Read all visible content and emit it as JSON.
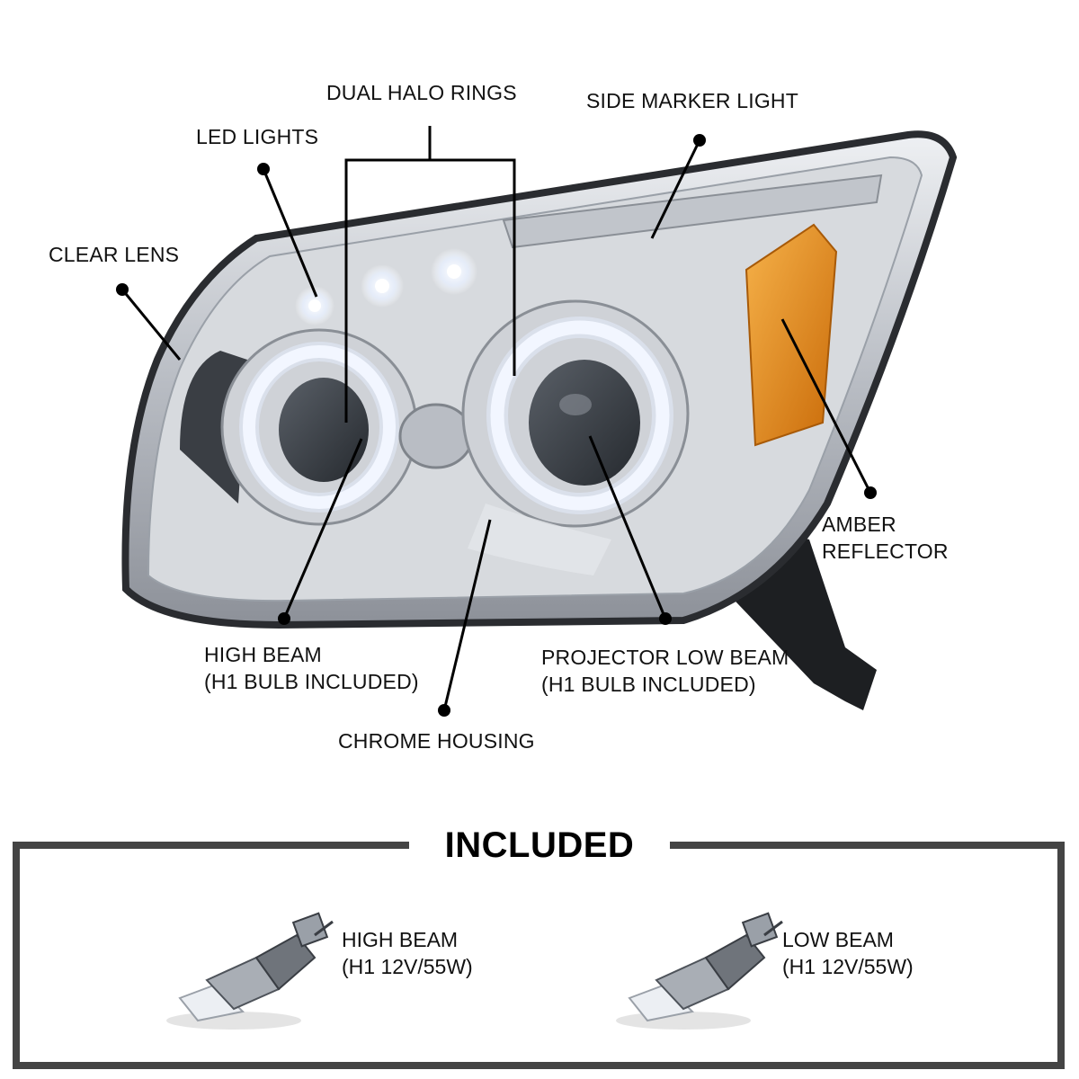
{
  "callouts": {
    "dual_halo_rings": "DUAL HALO RINGS",
    "side_marker_light": "SIDE MARKER LIGHT",
    "led_lights": "LED LIGHTS",
    "clear_lens": "CLEAR LENS",
    "amber_reflector": [
      "AMBER",
      "REFLECTOR"
    ],
    "high_beam": [
      "HIGH BEAM",
      "(H1 BULB INCLUDED)"
    ],
    "projector_low_beam": [
      "PROJECTOR LOW BEAM",
      "(H1 BULB INCLUDED)"
    ],
    "chrome_housing": "CHROME HOUSING"
  },
  "included": {
    "title": "INCLUDED",
    "items": [
      {
        "name": "HIGH BEAM",
        "spec": "(H1 12V/55W)"
      },
      {
        "name": "LOW BEAM",
        "spec": "(H1 12V/55W)"
      }
    ]
  },
  "colors": {
    "amber": "#e8901a",
    "chrome": "#c9ccd1",
    "frame": "#444444",
    "halo": "#ffffff"
  }
}
